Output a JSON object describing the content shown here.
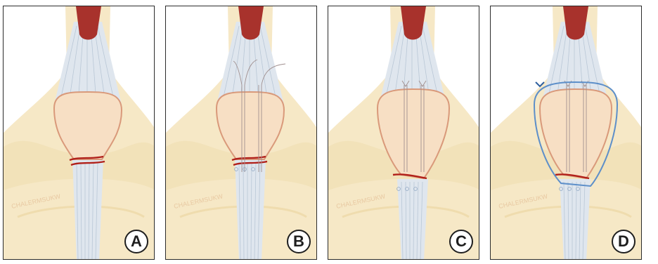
{
  "panels": [
    {
      "label": "A",
      "stage": "patellar-fracture",
      "sutures": false,
      "knots": false,
      "fracture_reduced": false,
      "cerclage": false
    },
    {
      "label": "B",
      "stage": "sutures-passed",
      "sutures": true,
      "knots": false,
      "fracture_reduced": false,
      "cerclage": false
    },
    {
      "label": "C",
      "stage": "sutures-tied",
      "sutures": true,
      "knots": true,
      "fracture_reduced": true,
      "cerclage": false
    },
    {
      "label": "D",
      "stage": "cerclage-added",
      "sutures": true,
      "knots": true,
      "fracture_reduced": true,
      "cerclage": true
    }
  ],
  "watermark": "CHALERMSUKW",
  "colors": {
    "bone": "#f6e8c6",
    "bone_shade": "#efdcae",
    "tendon": "#dfe6ee",
    "tendon_fiber": "#b9c7d6",
    "patella_fill": "#f7dfc4",
    "patella_outline": "#d9997a",
    "muscle": "#a8322c",
    "fracture": "#b1201a",
    "suture": "#a08f8f",
    "cerclage": "#5d8fc9"
  }
}
